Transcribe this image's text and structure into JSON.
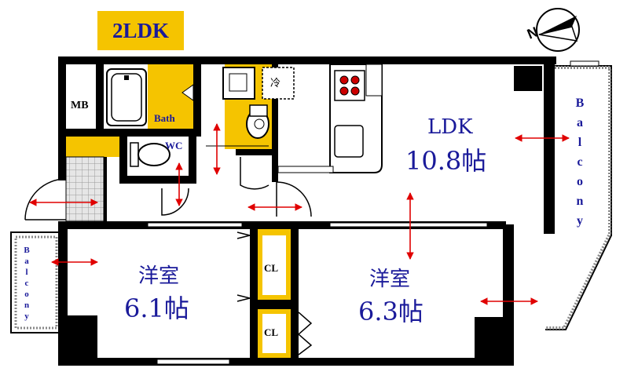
{
  "layout_type": "2LDK",
  "compass": {
    "letter": "N",
    "icon": "north-arrow-icon"
  },
  "rooms": {
    "ldk": {
      "name": "LDK",
      "size": "10.8帖"
    },
    "western_left": {
      "name": "洋室",
      "size": "6.1帖"
    },
    "western_right": {
      "name": "洋室",
      "size": "6.3帖"
    },
    "bath": "Bath",
    "wc": "WC",
    "mb": "MB",
    "closet_upper": "CL",
    "closet_lower": "CL",
    "fridge": "冷"
  },
  "balcony_right": [
    "B",
    "a",
    "l",
    "c",
    "o",
    "n",
    "y"
  ],
  "balcony_left": [
    "B",
    "a",
    "l",
    "c",
    "o",
    "n",
    "y"
  ],
  "colors": {
    "wall": "#000000",
    "text_blue": "#1a1a9a",
    "accent": "#f5c400",
    "arrow": "#e00000",
    "tile": "#c8c8c8"
  }
}
